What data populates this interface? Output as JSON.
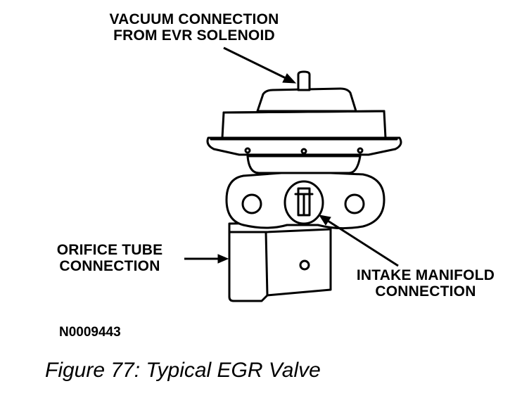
{
  "labels": {
    "vacuum": {
      "line1": "VACUUM CONNECTION",
      "line2": "FROM EVR SOLENOID"
    },
    "orifice": {
      "line1": "ORIFICE TUBE",
      "line2": "CONNECTION"
    },
    "intake": {
      "line1": "INTAKE MANIFOLD",
      "line2": "CONNECTION"
    }
  },
  "ref_code": "N0009443",
  "caption": "Figure 77: Typical EGR Valve",
  "colors": {
    "ink": "#000000",
    "paper": "#ffffff"
  }
}
